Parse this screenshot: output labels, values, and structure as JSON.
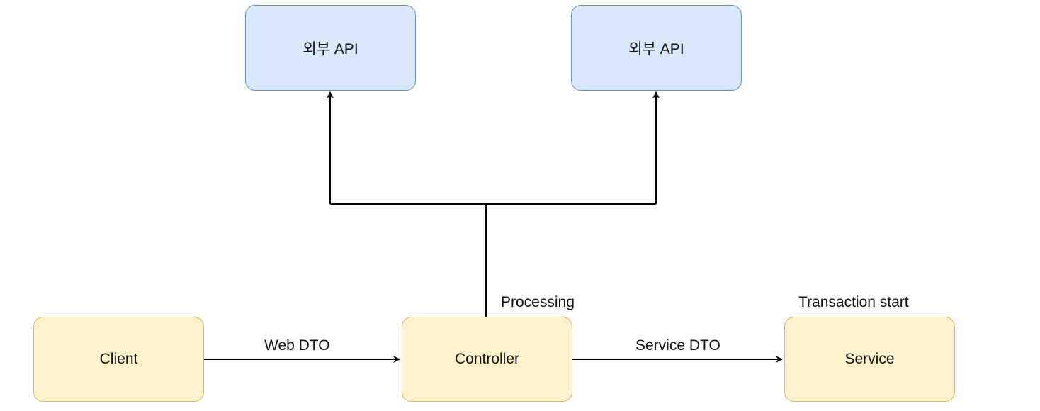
{
  "diagram": {
    "nodes": {
      "api_left": {
        "label": "외부 API"
      },
      "api_right": {
        "label": "외부 API"
      },
      "client": {
        "label": "Client"
      },
      "controller": {
        "label": "Controller"
      },
      "service": {
        "label": "Service"
      }
    },
    "edges": {
      "client_to_controller": {
        "label": "Web DTO"
      },
      "controller_to_service": {
        "label": "Service DTO"
      },
      "controller_to_apis": {
        "label": "Processing"
      }
    },
    "annotations": {
      "service_note": "Transaction start"
    },
    "colors": {
      "api_fill": "#dae8fc",
      "api_stroke": "#6c8ebf",
      "component_fill": "#fff2cc",
      "component_stroke": "#d6b656",
      "edge": "#000000"
    }
  }
}
